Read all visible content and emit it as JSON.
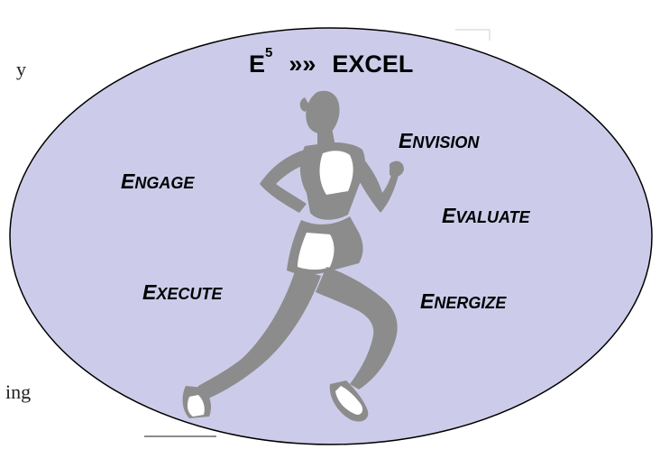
{
  "title": {
    "letter": "E",
    "superscript": "5",
    "arrows": "»»",
    "word": "EXCEL"
  },
  "words": [
    {
      "id": "envision",
      "cap": "E",
      "rest": "NVISION"
    },
    {
      "id": "engage",
      "cap": "E",
      "rest": "NGAGE"
    },
    {
      "id": "evaluate",
      "cap": "E",
      "rest": "VALUATE"
    },
    {
      "id": "execute",
      "cap": "E",
      "rest": "XECUTE"
    },
    {
      "id": "energize",
      "cap": "E",
      "rest": "NERGIZE"
    }
  ],
  "fragments": {
    "top_mark": "y",
    "bottom_word": "ing"
  },
  "colors": {
    "ellipse_fill": "#ccccea",
    "ellipse_stroke": "#000000",
    "runner": "#8c8c8c",
    "runner_highlight": "#ffffff"
  },
  "icons": {
    "runner": "runner-silhouette-icon"
  }
}
